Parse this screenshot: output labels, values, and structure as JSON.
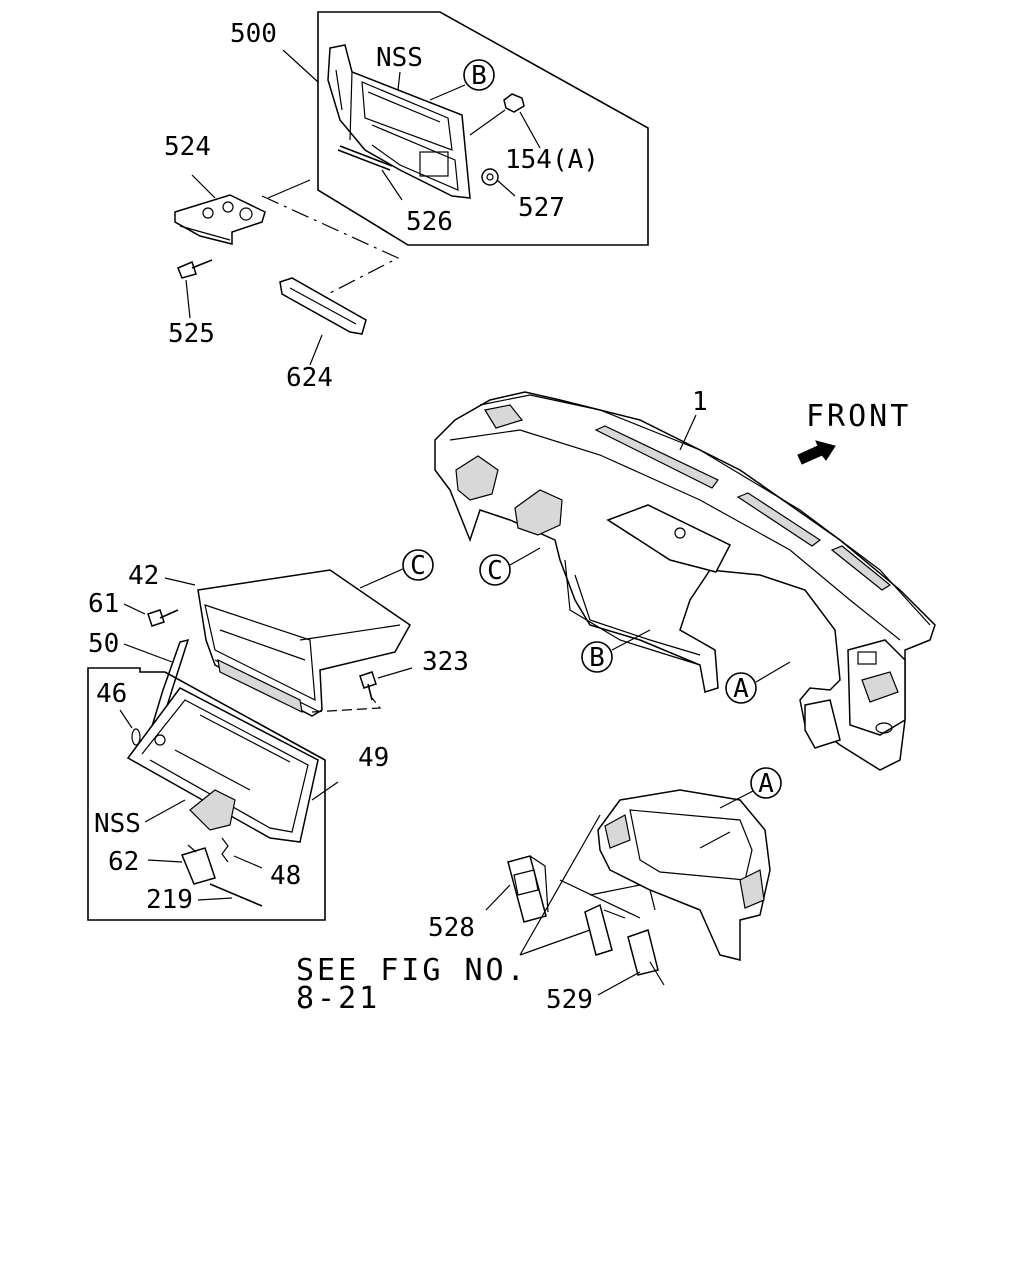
{
  "diagram": {
    "labels": {
      "l500": "500",
      "lnss_top": "NSS",
      "l154": "154(A)",
      "l524": "524",
      "l527": "527",
      "l526": "526",
      "l525": "525",
      "l624": "624",
      "l1": "1",
      "front": "FRONT",
      "l42": "42",
      "l61": "61",
      "l50": "50",
      "l46": "46",
      "l323": "323",
      "l49": "49",
      "lnss_bot": "NSS",
      "l62": "62",
      "l48": "48",
      "l219": "219",
      "l528": "528",
      "l529": "529",
      "see_fig_1": "SEE FIG NO.",
      "see_fig_2": "8-21"
    },
    "callouts": {
      "b_top": "B",
      "c_left": "C",
      "c_right": "C",
      "b_dash": "B",
      "a_dash": "A",
      "a_cluster": "A"
    }
  }
}
